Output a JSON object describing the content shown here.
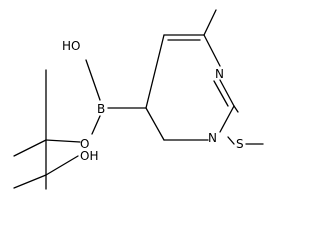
{
  "molecule": {
    "atoms": {
      "hydroxyl_boron": "HO",
      "boron": "B",
      "ester_oxygen": "O",
      "ring_n_top": "N",
      "ring_n_bottom": "N",
      "sulfur": "S",
      "hydroxyl_carbon": "OH"
    }
  },
  "colors": {
    "ink": "#000000",
    "background": "#ffffff"
  }
}
